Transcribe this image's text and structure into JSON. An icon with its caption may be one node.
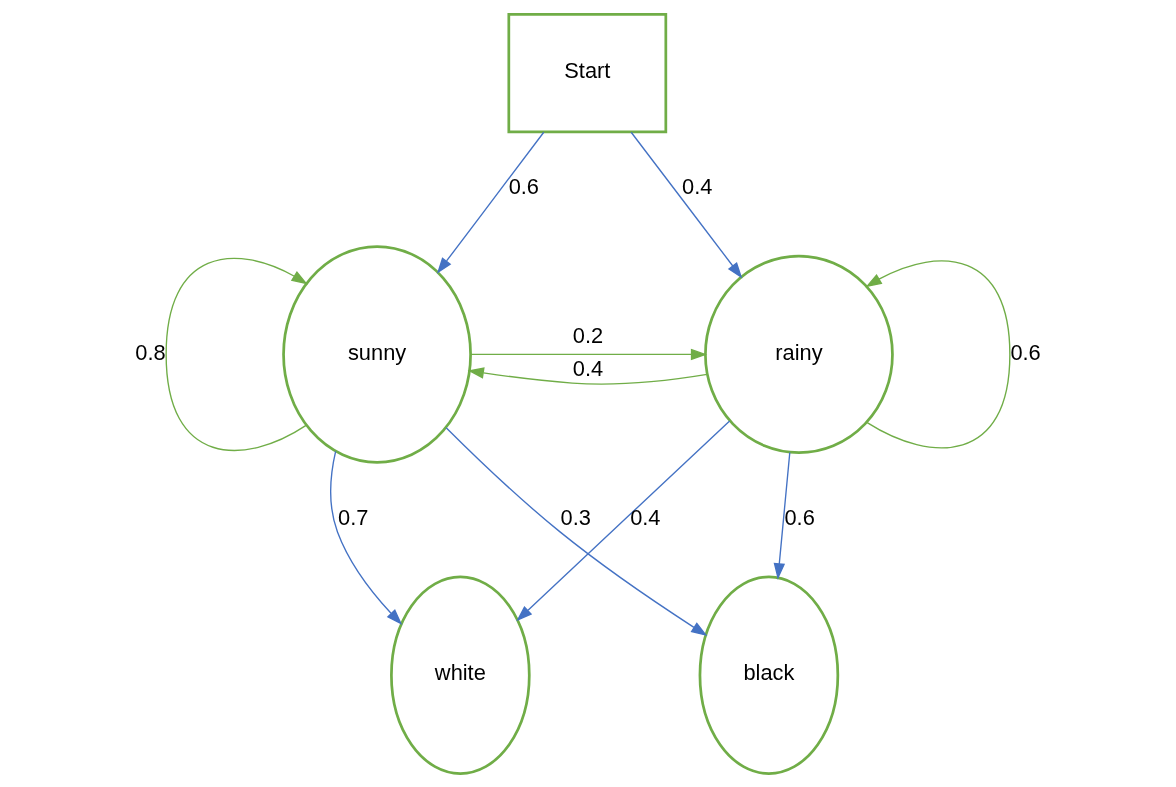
{
  "diagram": {
    "nodes": [
      {
        "text": [
          "Start"
        ]
      },
      {
        "text": [
          "sunny"
        ]
      },
      {
        "text": [
          "rainy"
        ]
      },
      {
        "text": [
          "white"
        ]
      },
      {
        "text": [
          "black"
        ]
      }
    ],
    "edges": [
      {
        "from": 0,
        "to": 1,
        "arrow": "to",
        "label": "0.6"
      },
      {
        "from": 0,
        "to": 2,
        "arrow": "to",
        "label": "0.4"
      },
      {
        "from": 1,
        "to": 2,
        "arrow": "to",
        "label": "0.2",
        "color": "#70ad47"
      },
      {
        "from": 2,
        "to": 1,
        "arrow": "to",
        "label": "0.4",
        "color": "#70ad47"
      },
      {
        "from": 1,
        "to": 1,
        "arrow": "to",
        "label": "0.8",
        "color": "#70ad47"
      },
      {
        "from": 2,
        "to": 2,
        "arrow": "to",
        "label": "0.6",
        "color": "#70ad47"
      },
      {
        "from": 1,
        "to": 3,
        "arrow": "to",
        "label": "0.7"
      },
      {
        "from": 1,
        "to": 4,
        "arrow": "to",
        "label": "0.3"
      },
      {
        "from": 2,
        "to": 3,
        "arrow": "to",
        "label": "0.4"
      },
      {
        "from": 2,
        "to": 4,
        "arrow": "to",
        "label": "0.6"
      }
    ]
  }
}
